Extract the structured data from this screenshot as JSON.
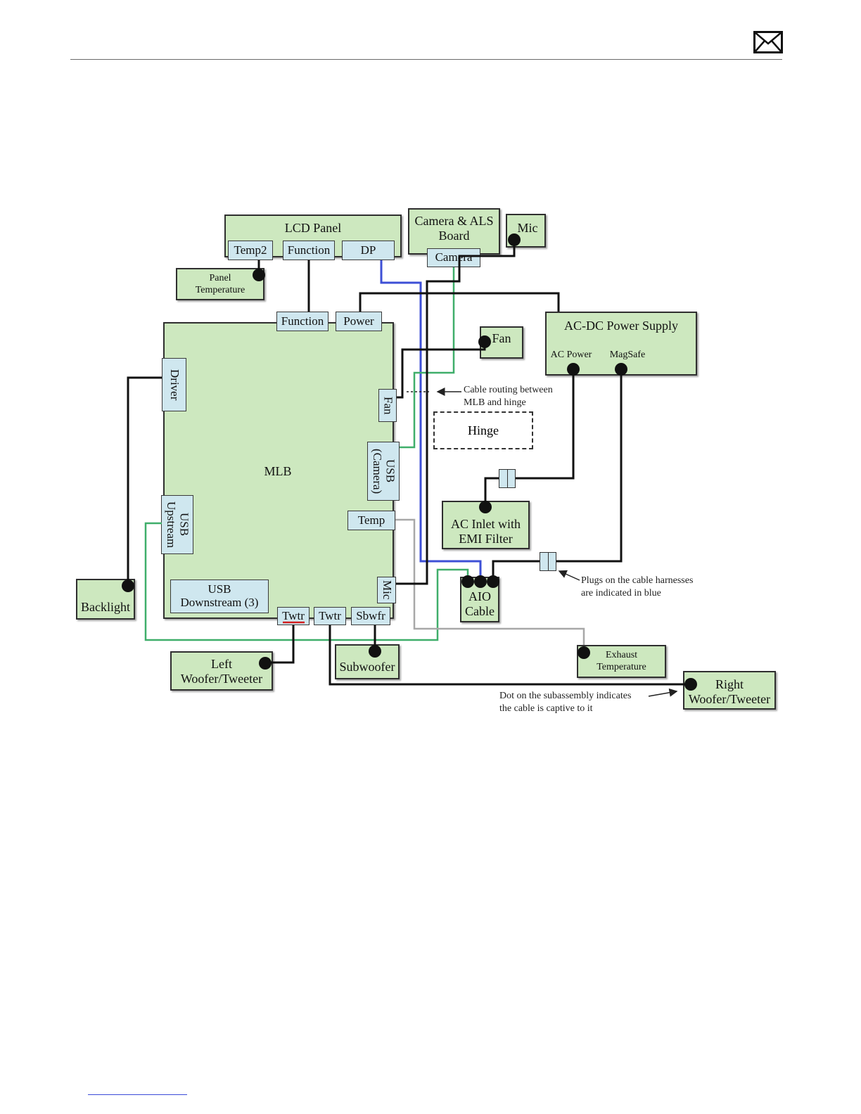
{
  "header": {
    "icon": "mail-icon"
  },
  "diagram": {
    "boxes": {
      "lcd_panel": "LCD Panel",
      "camera_als": "Camera & ALS\nBoard",
      "mic": "Mic",
      "panel_temp": "Panel\nTemperature",
      "fan": "Fan",
      "ac_dc": "AC-DC Power Supply",
      "ac_dc_ac_power": "AC Power",
      "ac_dc_magsafe": "MagSafe",
      "mlb": "MLB",
      "hinge": "Hinge",
      "ac_inlet": "AC Inlet with\nEMI Filter",
      "aio_cable": "AIO\nCable",
      "backlight": "Backlight",
      "left_woofer": "Left\nWoofer/Tweeter",
      "subwoofer": "Subwoofer",
      "exhaust_temp": "Exhaust\nTemperature",
      "right_woofer": "Right\nWoofer/Tweeter"
    },
    "connectors": {
      "temp2": "Temp2",
      "function_lcd": "Function",
      "dp": "DP",
      "camera": "Camera",
      "function_mlb": "Function",
      "power": "Power",
      "driver": "Driver",
      "fan": "Fan",
      "usb_camera": "USB\n(Camera)",
      "usb_upstream": "USB\nUpstream",
      "temp": "Temp",
      "mic": "Mic",
      "usb_downstream": "USB\nDownstream (3)",
      "twtr_left": "Twtr",
      "twtr_right": "Twtr",
      "sbwfr": "Sbwfr"
    },
    "notes": {
      "cable_routing": "Cable routing between\nMLB and hinge",
      "plugs": "Plugs on the cable harnesses\nare indicated in blue",
      "dot": "Dot on the subassembly indicates\nthe cable is captive to it"
    },
    "colors": {
      "box_fill": "#cde8bf",
      "connector_fill": "#cfe7ef",
      "cable_black": "#111111",
      "cable_blue": "#3d4fd6",
      "cable_green": "#3fae6a",
      "cable_gray": "#a8a8a8"
    }
  }
}
